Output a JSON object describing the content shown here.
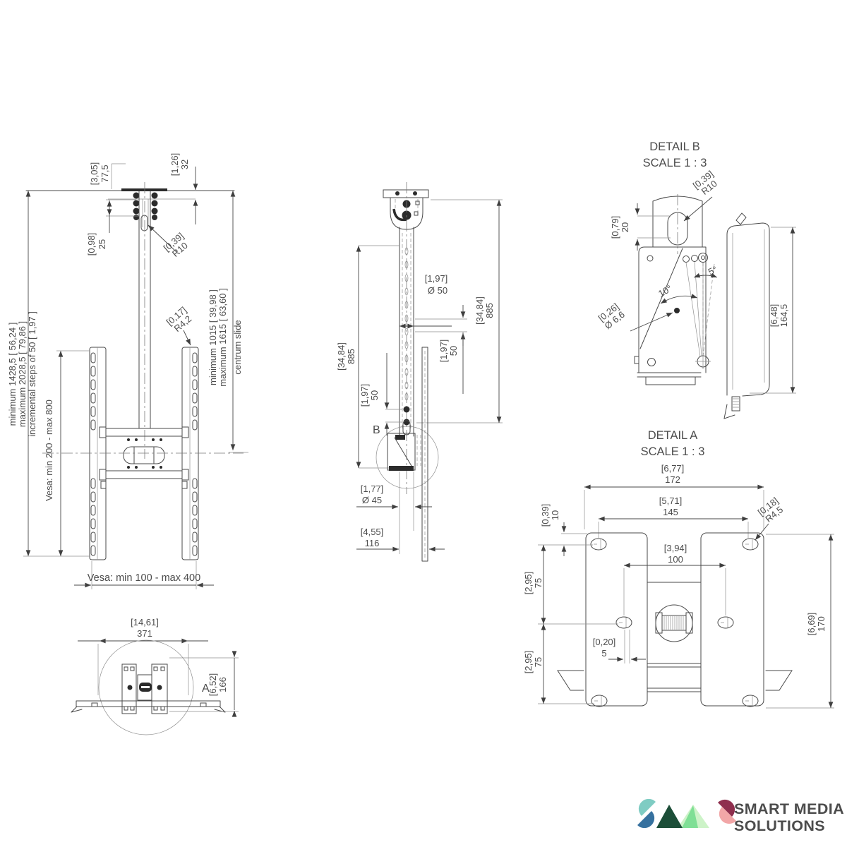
{
  "front_view": {
    "dim_plate_width_in": "[3,05]",
    "dim_plate_width_mm": "77,5",
    "dim_ceiling_gap_in": "[1,26]",
    "dim_ceiling_gap_mm": "32",
    "dim_slot_offset_in": "[0,98]",
    "dim_slot_offset_mm": "25",
    "dim_slot_radius_in": "[0,39]",
    "dim_slot_radius_mm": "R10",
    "dim_rail_radius_in": "[0,17]",
    "dim_rail_radius_mm": "R4,2",
    "note_min_height": "minimum 1428,5 [ 56,24 ]",
    "note_max_height": "maximum 2028,5 [ 79,86 ]",
    "note_steps": "incremental steps of 50 [ 1,97 ]",
    "vesa_vertical": "Vesa: min 200 - max 800",
    "note_slide_min": "minimum 1015 [ 39,98 ]",
    "note_slide_max": "maximum 1615 [ 63,60 ]",
    "note_slide_label": "centrum slide",
    "vesa_horizontal": "Vesa: min 100 - max 400"
  },
  "bottom_view": {
    "dim_width_in": "[14,61]",
    "dim_width_mm": "371",
    "detail_label": "A",
    "dim_depth_in": "[6,52]",
    "dim_depth_mm": "166"
  },
  "side_view": {
    "dim_pole_dia_in": "[1,97]",
    "dim_pole_dia_mm": "Ø 50",
    "dim_length_right_in": "[34,84]",
    "dim_length_right_mm": "885",
    "dim_hole_step_right_in": "[1,97]",
    "dim_hole_step_right_mm": "50",
    "dim_length_left_in": "[34,84]",
    "dim_length_left_mm": "885",
    "dim_hole_step_left_in": "[1,97]",
    "dim_hole_step_left_mm": "50",
    "detail_label": "B",
    "dim_tube_dia_in": "[1,77]",
    "dim_tube_dia_mm": "Ø 45",
    "dim_offset_in": "[4,55]",
    "dim_offset_mm": "116"
  },
  "detail_b": {
    "title": "DETAIL B",
    "scale": "SCALE 1 : 3",
    "dim_slot_radius_in": "[0,39]",
    "dim_slot_radius_mm": "R10",
    "dim_slot_height_in": "[0,79]",
    "dim_slot_height_mm": "20",
    "angle_small": "5°",
    "angle_large": "10°",
    "dim_hole_in": "[0,26]",
    "dim_hole_mm": "Ø 6,6",
    "dim_height_in": "[6,48]",
    "dim_height_mm": "164,5"
  },
  "detail_a": {
    "title": "DETAIL A",
    "scale": "SCALE 1 : 3",
    "dim_width_in": "[6,77]",
    "dim_width_mm": "172",
    "dim_hole_span_in": "[5,71]",
    "dim_hole_span_mm": "145",
    "dim_top_offset_in": "[0,39]",
    "dim_top_offset_mm": "10",
    "dim_corner_radius_in": "[0,18]",
    "dim_corner_radius_mm": "R4,5",
    "dim_center_span_in": "[3,94]",
    "dim_center_span_mm": "100",
    "dim_row1_in": "[2,95]",
    "dim_row1_mm": "75",
    "dim_row2_in": "[2,95]",
    "dim_row2_mm": "75",
    "dim_slot_play_in": "[0,20]",
    "dim_slot_play_mm": "5",
    "dim_height_in": "[6,69]",
    "dim_height_mm": "170"
  },
  "logo": {
    "line1": "SMART MEDIA",
    "line2": "SOLUTIONS",
    "colors": {
      "teal": "#7fccc3",
      "blue": "#36719f",
      "dark_green": "#1c4e38",
      "mid_green": "#7fdf95",
      "pale_green": "#cdf3c8",
      "maroon": "#8f2f4e",
      "pink": "#f2a6a7",
      "text": "#1d1d1b"
    }
  }
}
